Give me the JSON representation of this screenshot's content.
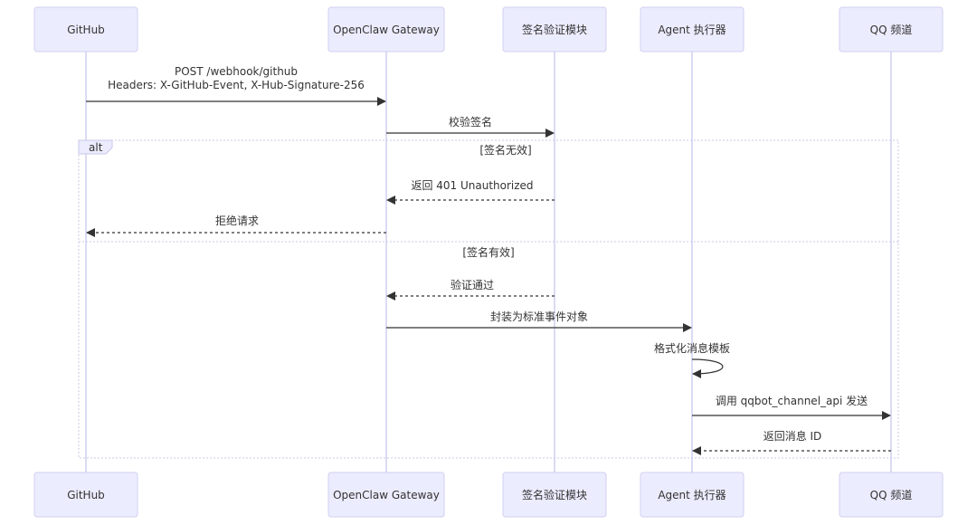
{
  "participants": [
    {
      "id": "github",
      "label": "GitHub"
    },
    {
      "id": "gateway",
      "label": "OpenClaw Gateway"
    },
    {
      "id": "verify",
      "label": "签名验证模块"
    },
    {
      "id": "agent",
      "label": "Agent 执行器"
    },
    {
      "id": "qq",
      "label": "QQ 频道"
    }
  ],
  "messages": {
    "m1_line1": "POST /webhook/github",
    "m1_line2": "Headers: X-GitHub-Event, X-Hub-Signature-256",
    "m2": "校验签名",
    "m3": "返回 401 Unauthorized",
    "m4": "拒绝请求",
    "m5": "验证通过",
    "m6": "封装为标准事件对象",
    "m7": "格式化消息模板",
    "m8": "调用 qqbot_channel_api 发送",
    "m9": "返回消息 ID"
  },
  "alt_frame": {
    "keyword": "alt",
    "condition1": "[签名无效]",
    "condition2": "[签名有效]"
  }
}
